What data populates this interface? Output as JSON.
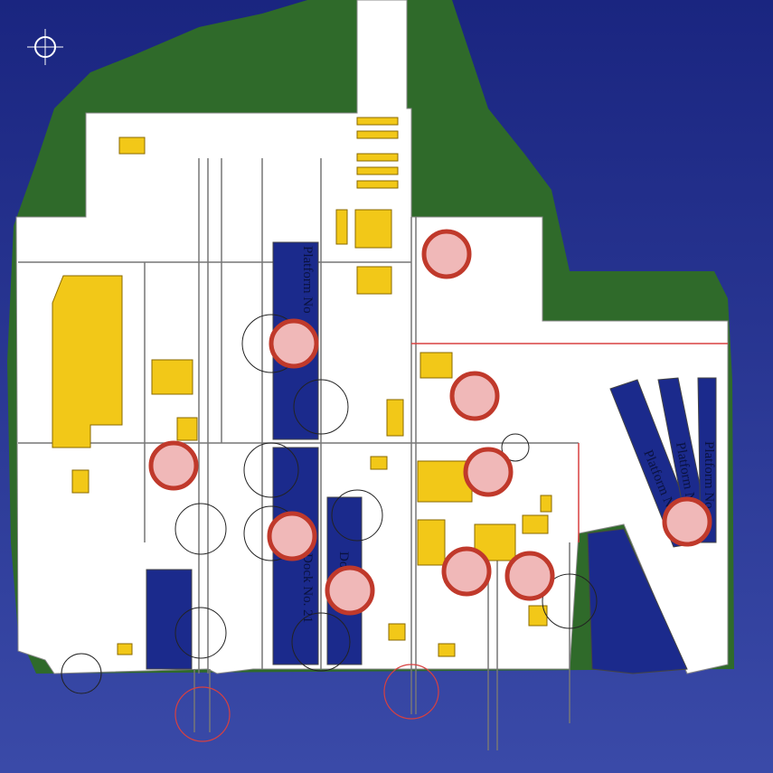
{
  "map": {
    "compass_icon": "compass-rose-icon",
    "colors": {
      "water": "#1f2c8c",
      "land": "#2f6a2a",
      "yard": "#ffffff",
      "building": "#f2c818",
      "dock": "#1b2a8c",
      "marker_fill": "#f0b8b8",
      "marker_stroke": "#c0392b",
      "new_area_outline": "#d84040"
    },
    "labels": {
      "platform_west": "Platform No",
      "dock_21": "Dock No. 21",
      "dock_small": "Do",
      "platform_east_1": "Platform No",
      "platform_east_2": "Platform N",
      "platform_east_3": "Platform No"
    },
    "marker_count": 10
  }
}
